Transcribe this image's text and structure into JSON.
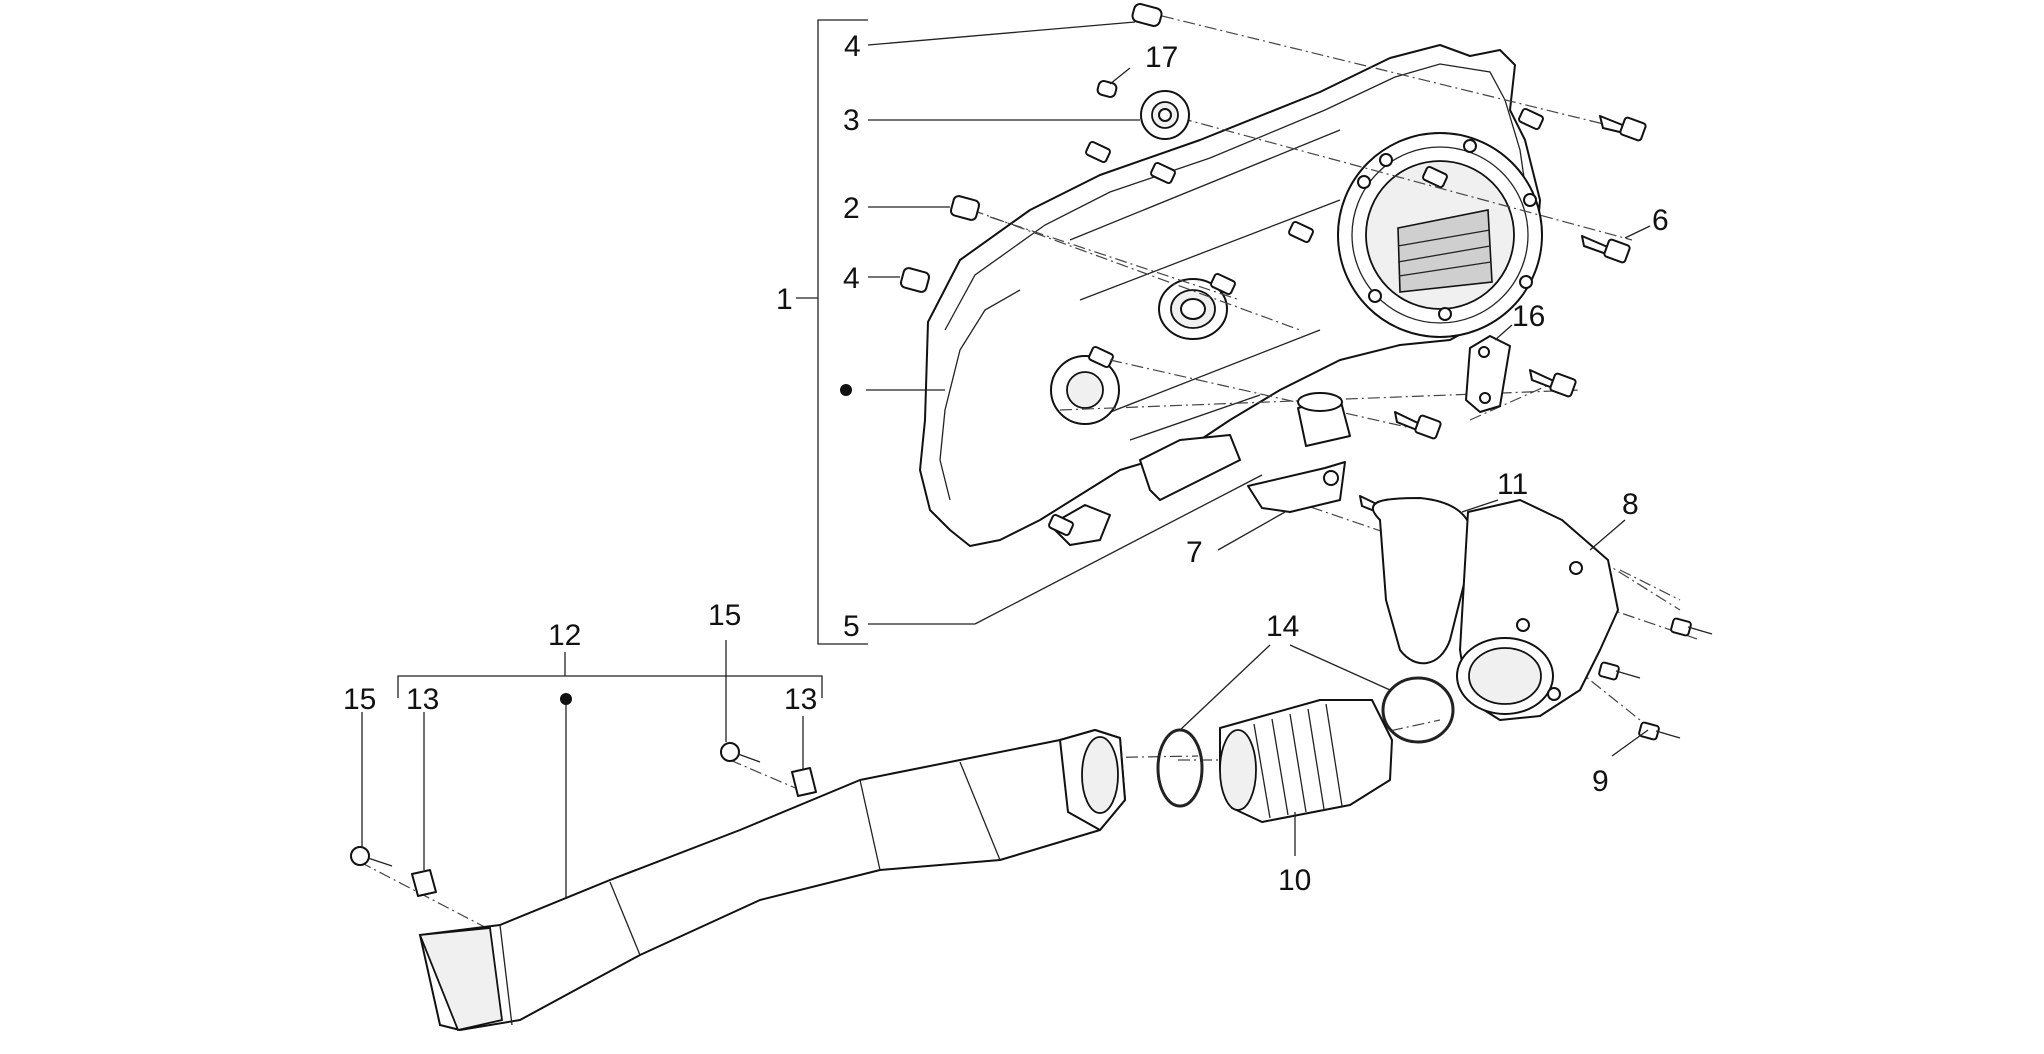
{
  "labels": {
    "l1": "1",
    "l2": "2",
    "l3": "3",
    "l4a": "4",
    "l4b": "4",
    "l5": "5",
    "l6": "6",
    "l7": "7",
    "l8": "8",
    "l9": "9",
    "l10": "10",
    "l11": "11",
    "l12": "12",
    "l13a": "13",
    "l13b": "13",
    "l14": "14",
    "l15a": "15",
    "l15b": "15",
    "l16": "16",
    "l17": "17"
  },
  "colors": {
    "line": "#111111",
    "background": "#ffffff"
  }
}
